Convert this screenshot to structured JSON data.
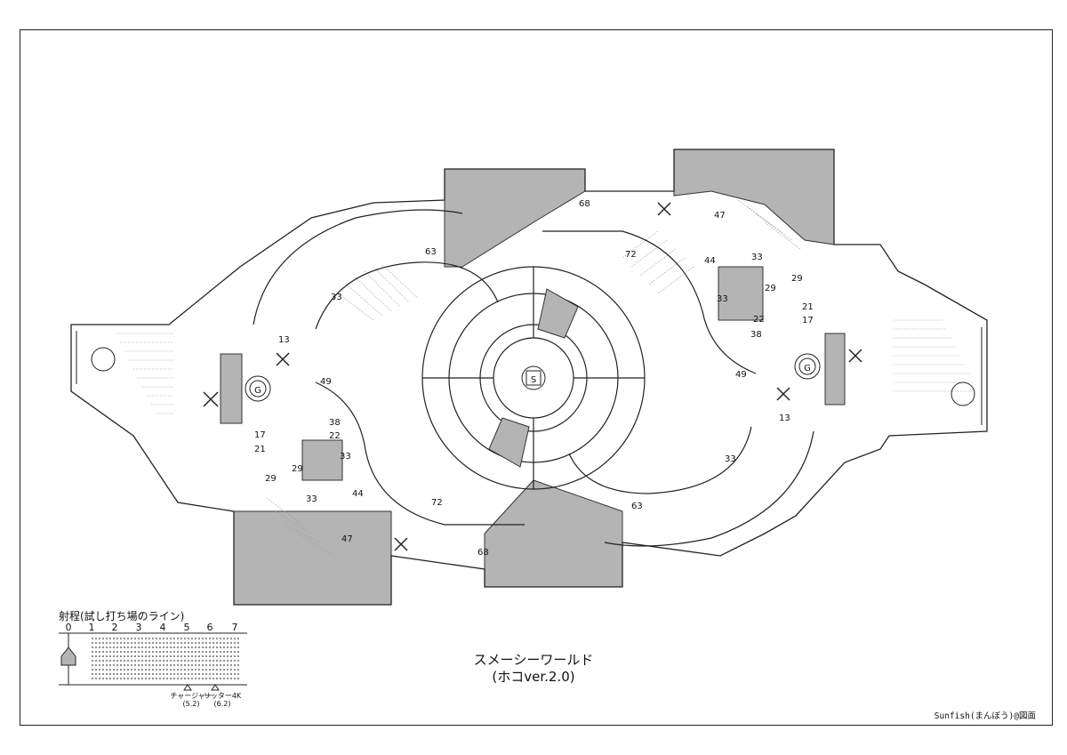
{
  "map": {
    "title": "スメーシーワールド",
    "subtitle": "(ホコver.2.0)",
    "credit": "Sunfish(まんぼう)@図面",
    "markers": {
      "splat_zone": "S",
      "goal": "G",
      "spawn_icon": "x-mark-icon",
      "spawn_circle_icon": "circle-icon"
    },
    "distance_labels_left": [
      "63",
      "33",
      "49",
      "38",
      "22",
      "33",
      "29",
      "44",
      "33",
      "47",
      "72",
      "68",
      "13",
      "17",
      "21",
      "29"
    ],
    "distance_labels_right": [
      "68",
      "47",
      "44",
      "33",
      "72",
      "29",
      "33",
      "22",
      "38",
      "29",
      "21",
      "17",
      "49",
      "13",
      "33",
      "63"
    ]
  },
  "range": {
    "title": "射程(試し打ち場のライン)",
    "ticks": [
      "0",
      "1",
      "2",
      "3",
      "4",
      "5",
      "6",
      "7"
    ],
    "weapons": [
      {
        "name": "チャージャー",
        "value": "(5.2)"
      },
      {
        "name": "リッター4K",
        "value": "(6.2)"
      }
    ]
  },
  "colors": {
    "fill_gray": "#b4b4b4",
    "line": "#222222"
  }
}
